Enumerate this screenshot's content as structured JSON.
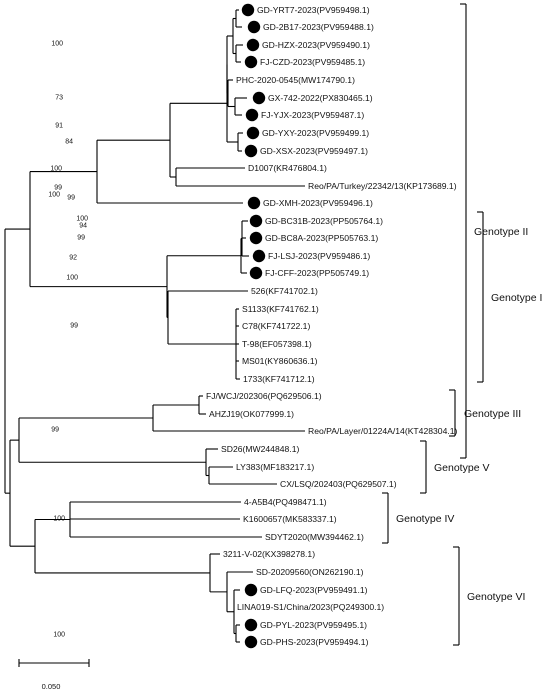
{
  "tree": {
    "leaves": [
      {
        "id": "yrt7",
        "label": "GD-YRT7-2023(PV959498.1)",
        "marked": true
      },
      {
        "id": "2b17",
        "label": "GD-2B17-2023(PV959488.1)",
        "marked": true
      },
      {
        "id": "hzx",
        "label": "GD-HZX-2023(PV959490.1)",
        "marked": true
      },
      {
        "id": "czd",
        "label": "FJ-CZD-2023(PV959485.1)",
        "marked": true
      },
      {
        "id": "phc",
        "label": "PHC-2020-0545(MW174790.1)",
        "marked": false
      },
      {
        "id": "gx742",
        "label": "GX-742-2022(PX830465.1)",
        "marked": true
      },
      {
        "id": "yjx",
        "label": "FJ-YJX-2023(PV959487.1)",
        "marked": true
      },
      {
        "id": "yxy",
        "label": "GD-YXY-2023(PV959499.1)",
        "marked": true
      },
      {
        "id": "xsx",
        "label": "GD-XSX-2023(PV959497.1)",
        "marked": true
      },
      {
        "id": "d1007",
        "label": "D1007(KR476804.1)",
        "marked": false
      },
      {
        "id": "turkey",
        "label": "Reo/PA/Turkey/22342/13(KP173689.1)",
        "marked": false
      },
      {
        "id": "xmh",
        "label": "GD-XMH-2023(PV959496.1)",
        "marked": true
      },
      {
        "id": "bc31b",
        "label": "GD-BC31B-2023(PP505764.1)",
        "marked": true
      },
      {
        "id": "bc8a",
        "label": "GD-BC8A-2023(PP505763.1)",
        "marked": true
      },
      {
        "id": "lsj",
        "label": "FJ-LSJ-2023(PV959486.1)",
        "marked": true
      },
      {
        "id": "cff",
        "label": "FJ-CFF-2023(PP505749.1)",
        "marked": true
      },
      {
        "id": "526",
        "label": "526(KF741702.1)",
        "marked": false
      },
      {
        "id": "s1133",
        "label": "S1133(KF741762.1)",
        "marked": false
      },
      {
        "id": "c78",
        "label": "C78(KF741722.1)",
        "marked": false
      },
      {
        "id": "t98",
        "label": "T-98(EF057398.1)",
        "marked": false
      },
      {
        "id": "ms01",
        "label": "MS01(KY860636.1)",
        "marked": false
      },
      {
        "id": "1733",
        "label": "1733(KF741712.1)",
        "marked": false
      },
      {
        "id": "wcj",
        "label": "FJ/WCJ/202306(PQ629506.1)",
        "marked": false
      },
      {
        "id": "ahzj19",
        "label": "AHZJ19(OK077999.1)",
        "marked": false
      },
      {
        "id": "layer",
        "label": "Reo/PA/Layer/01224A/14(KT428304.1)",
        "marked": false
      },
      {
        "id": "sd26",
        "label": "SD26(MW244848.1)",
        "marked": false
      },
      {
        "id": "ly383",
        "label": "LY383(MF183217.1)",
        "marked": false
      },
      {
        "id": "lsq",
        "label": "CX/LSQ/202403(PQ629507.1)",
        "marked": false
      },
      {
        "id": "a5b4",
        "label": "4-A5B4(PQ498471.1)",
        "marked": false
      },
      {
        "id": "k1600657",
        "label": "K1600657(MK583337.1)",
        "marked": false
      },
      {
        "id": "sdyt",
        "label": "SDYT2020(MW394462.1)",
        "marked": false
      },
      {
        "id": "3211",
        "label": "3211-V-02(KX398278.1)",
        "marked": false
      },
      {
        "id": "sd2020",
        "label": "SD-20209560(ON262190.1)",
        "marked": false
      },
      {
        "id": "lfq",
        "label": "GD-LFQ-2023(PV959491.1)",
        "marked": true
      },
      {
        "id": "lina",
        "label": "LINA019-S1/China/2023(PQ249300.1)",
        "marked": false
      },
      {
        "id": "pyl",
        "label": "GD-PYL-2023(PV959495.1)",
        "marked": true
      },
      {
        "id": "phs",
        "label": "GD-PHS-2023(PV959494.1)",
        "marked": true
      }
    ],
    "support_values": [
      "73",
      "91",
      "84",
      "99",
      "100",
      "94",
      "99",
      "100",
      "100",
      "99",
      "92",
      "100",
      "99",
      "100",
      "99",
      "100",
      "100"
    ],
    "genotypes": [
      "Genotype II",
      "Genotype I",
      "Genotype III",
      "Genotype V",
      "Genotype IV",
      "Genotype VI"
    ],
    "scale_bar_label": "0.050"
  }
}
